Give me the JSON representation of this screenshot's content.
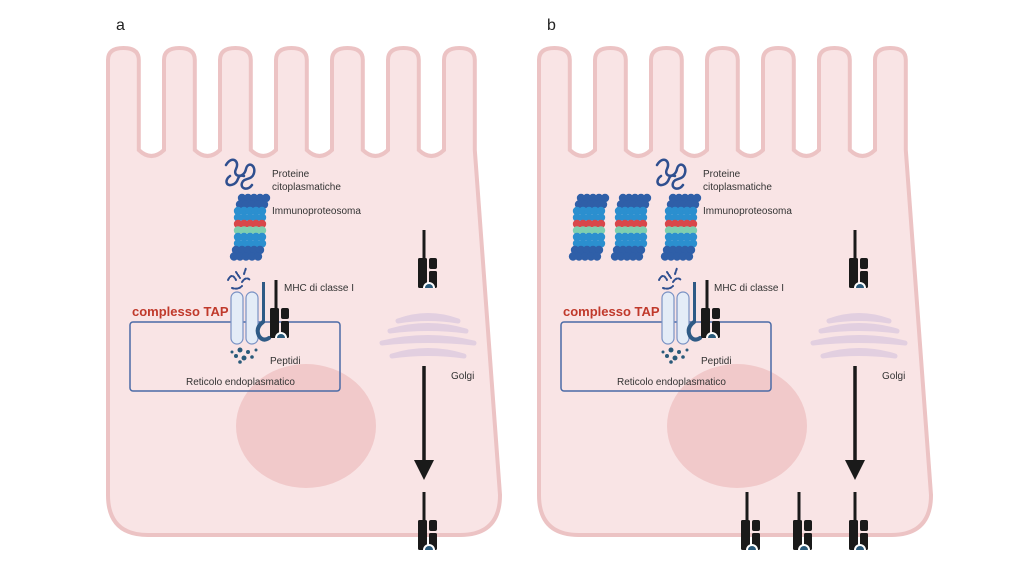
{
  "figure": {
    "colors": {
      "cell_fill": "#f9e4e5",
      "cell_stroke": "#ecc3c4",
      "nucleus": "#f1c9ca",
      "er_box": "#4a6aa6",
      "tap_label": "#c0392b",
      "mhc": "#1a1a1a",
      "peptide": "#2a5a7a",
      "proteasome_cap": "#2f5fa8",
      "proteasome_body": "#2b8fcf",
      "proteasome_red": "#d9474a",
      "proteasome_green": "#7ecfb0",
      "golgi_fill": "#ffffff",
      "golgi_stroke": "#e2cfe0"
    },
    "panels": [
      {
        "id": "a",
        "letter": "a",
        "labels": {
          "proteins": [
            "Proteine",
            "citoplasmatiche"
          ],
          "immunoproteasome": "Immunoproteosoma",
          "mhc": "MHC di classe I",
          "tap": "complesso TAP",
          "peptides": "Peptidi",
          "er": "Reticolo endoplasmatico",
          "golgi": "Golgi"
        },
        "proteasome_count": 1,
        "surface_mhc_count": 1
      },
      {
        "id": "b",
        "letter": "b",
        "labels": {
          "proteins": [
            "Proteine",
            "citoplasmatiche"
          ],
          "immunoproteasome": "Immunoproteosoma",
          "mhc": "MHC di classe I",
          "tap": "complesso TAP",
          "peptides": "Peptidi",
          "er": "Reticolo endoplasmatico",
          "golgi": "Golgi"
        },
        "proteasome_count": 3,
        "surface_mhc_count": 3
      }
    ]
  }
}
